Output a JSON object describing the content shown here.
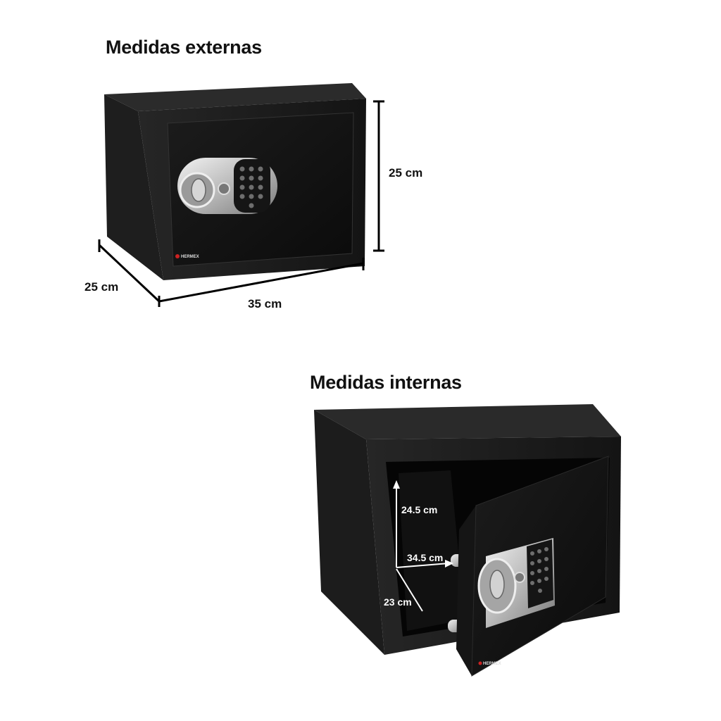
{
  "external": {
    "title": "Medidas externas",
    "height_label": "25 cm",
    "depth_label": "25 cm",
    "width_label": "35 cm"
  },
  "internal": {
    "title": "Medidas internas",
    "height_label": "24.5 cm",
    "width_label": "34.5 cm",
    "depth_label": "23 cm"
  },
  "brand": "HERMEX",
  "colors": {
    "safe_body": "#1a1a1a",
    "safe_face": "#0e0e0e",
    "metal": "#c8c8c8",
    "text": "#111111"
  },
  "icons": [
    "keypad-icon",
    "safe-handle-icon",
    "brand-logo-icon"
  ]
}
